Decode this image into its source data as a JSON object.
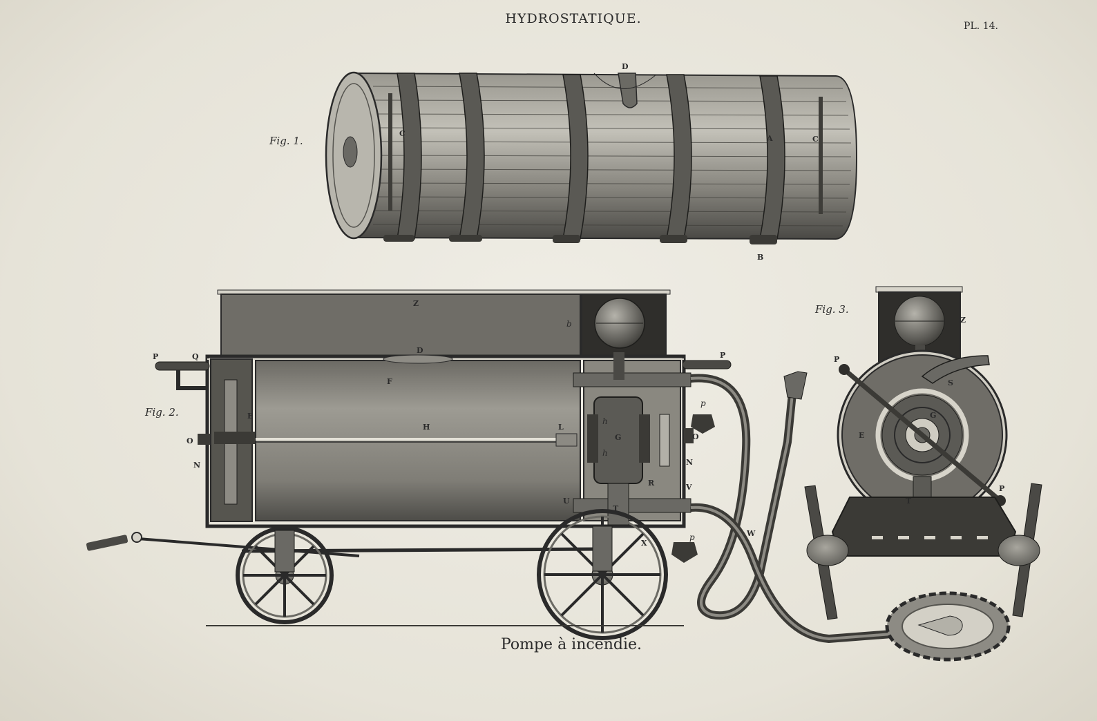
{
  "header": {
    "title": "HYDROSTATIQUE.",
    "plate_number": "PL. 14."
  },
  "figures": {
    "fig1": "Fig. 1.",
    "fig2": "Fig. 2.",
    "fig3": "Fig. 3."
  },
  "caption": "Pompe à incendie.",
  "labels": {
    "fig1": {
      "D": "D",
      "C_left": "C",
      "A": "A",
      "C_right": "C",
      "B": "B"
    },
    "fig2": {
      "Z": "Z",
      "b": "b",
      "D": "D",
      "P_left": "P",
      "Q": "Q",
      "P_right": "P",
      "F": "F",
      "H": "H",
      "L": "L",
      "G": "G",
      "E": "E",
      "O_left": "O",
      "N_left": "N",
      "O_right": "O",
      "N_right": "N",
      "V": "V",
      "U": "U",
      "T": "T",
      "R": "R",
      "X": "X",
      "W": "W",
      "h_top": "h",
      "h_bot": "h",
      "p_top": "p",
      "p_bot": "p"
    },
    "fig3": {
      "Z": "Z",
      "P_left": "P",
      "P_right": "P",
      "S": "S",
      "G": "G",
      "E": "E",
      "T": "T"
    }
  },
  "colors": {
    "paper": "#e9e6dc",
    "ink": "#2a2a2a",
    "wood": "#6e6c66",
    "dark": "#3b3a36"
  }
}
